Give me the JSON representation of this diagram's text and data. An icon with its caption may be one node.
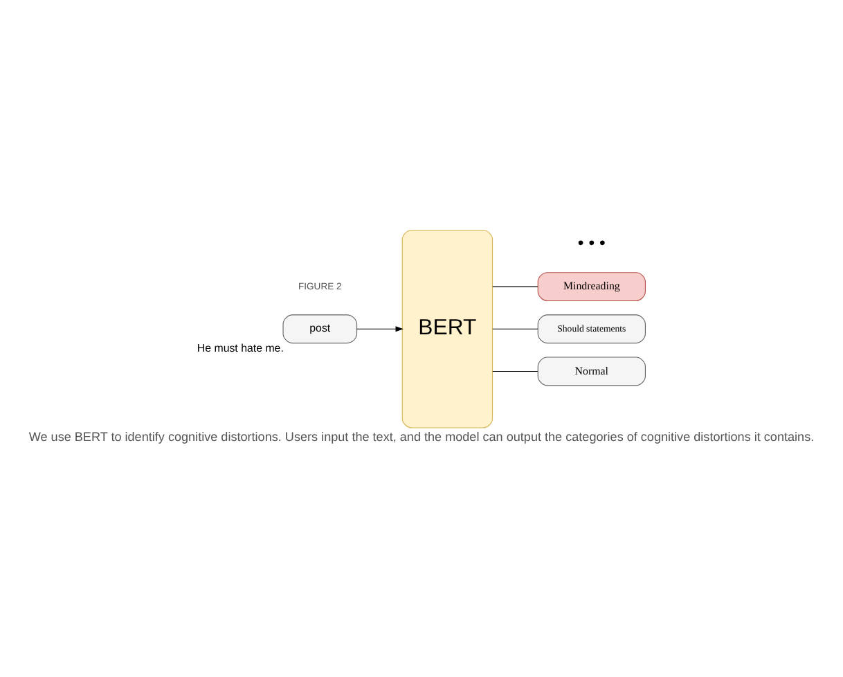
{
  "diagram": {
    "caption": "We use BERT to identify cognitive distortions. Users input the text, and the model can output the categories of cognitive distortions it contains.",
    "nodes": [
      {
        "text": [
          "post"
        ],
        "beside": [
          "He must hate me."
        ]
      },
      {
        "text": [
          "BERT"
        ]
      },
      {
        "text": [
          "Mindreading"
        ]
      },
      {
        "text": [
          "Should statements"
        ]
      },
      {
        "text": [
          "Normal"
        ]
      }
    ],
    "edges": [
      {
        "from": 0,
        "to": 1,
        "arrow": "to"
      },
      {
        "from": 1,
        "to": 2,
        "arrow": "none"
      },
      {
        "from": 1,
        "to": 3,
        "arrow": "none"
      },
      {
        "from": 1,
        "to": 4,
        "arrow": "none"
      }
    ],
    "labels": [
      "• • •",
      "FIGURE 2"
    ]
  }
}
